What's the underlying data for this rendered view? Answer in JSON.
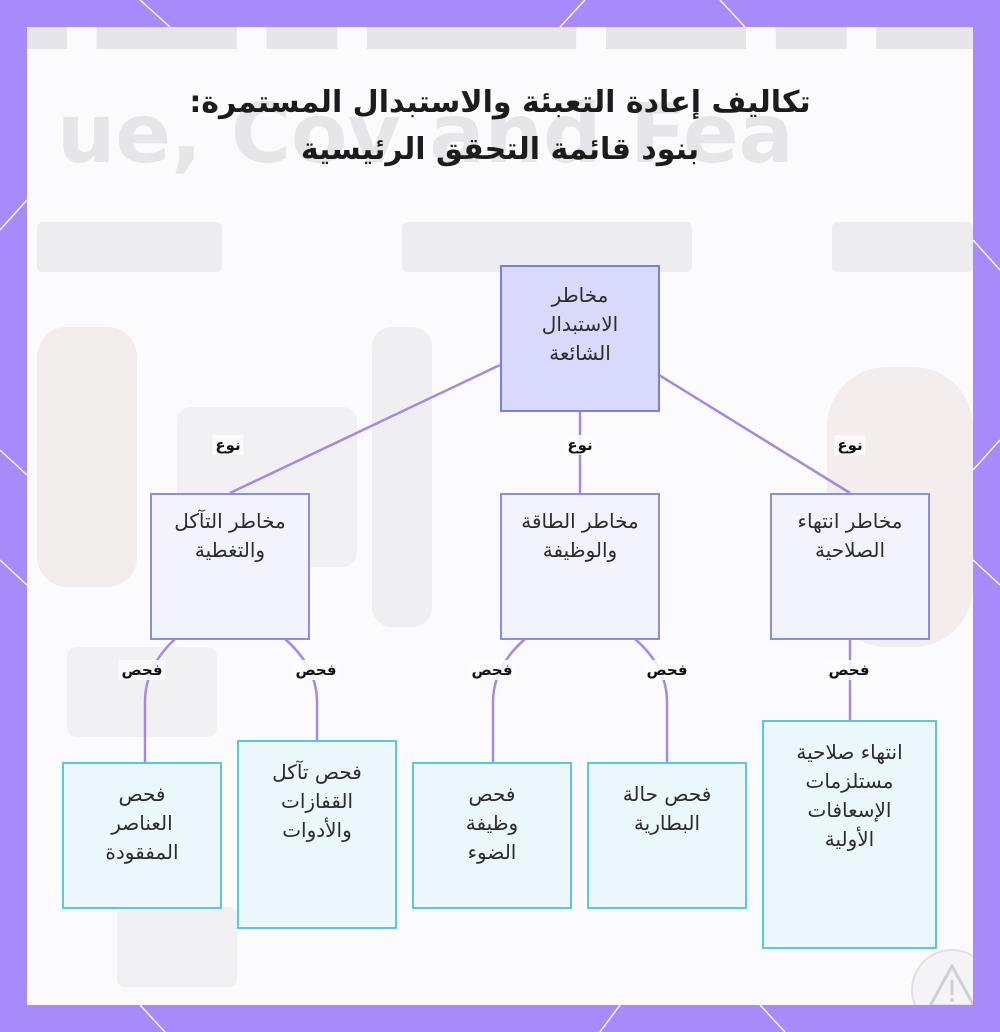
{
  "title": "تكاليف إعادة التعبئة والاستبدال المستمرة: بنود قائمة التحقق الرئيسية",
  "nodes": {
    "root": "مخاطر الاستبدال الشائعة",
    "cat_expiry": "مخاطر انتهاء الصلاحية",
    "cat_power": "مخاطر الطاقة والوظيفة",
    "cat_wear": "مخاطر التآكل والتغطية",
    "leaf_firstaid": "انتهاء صلاحية مستلزمات الإسعافات الأولية",
    "leaf_battery": "فحص حالة البطارية",
    "leaf_light": "فحص وظيفة الضوء",
    "leaf_gloves": "فحص تآكل القفازات والأدوات",
    "leaf_missing": "فحص العناصر المفقودة"
  },
  "edge_labels": {
    "type": "نوع",
    "check": "فحص"
  },
  "background_ghost_text": {
    "line1": "ue, Cov          and Fea"
  },
  "colors": {
    "frame": "#a78bfa",
    "root_fill": "#d9d9fb",
    "category_fill": "#f2f3fd",
    "leaf_fill": "#ebf7fb",
    "leaf_border": "#5bc6df",
    "edge": "#a58bdf"
  }
}
